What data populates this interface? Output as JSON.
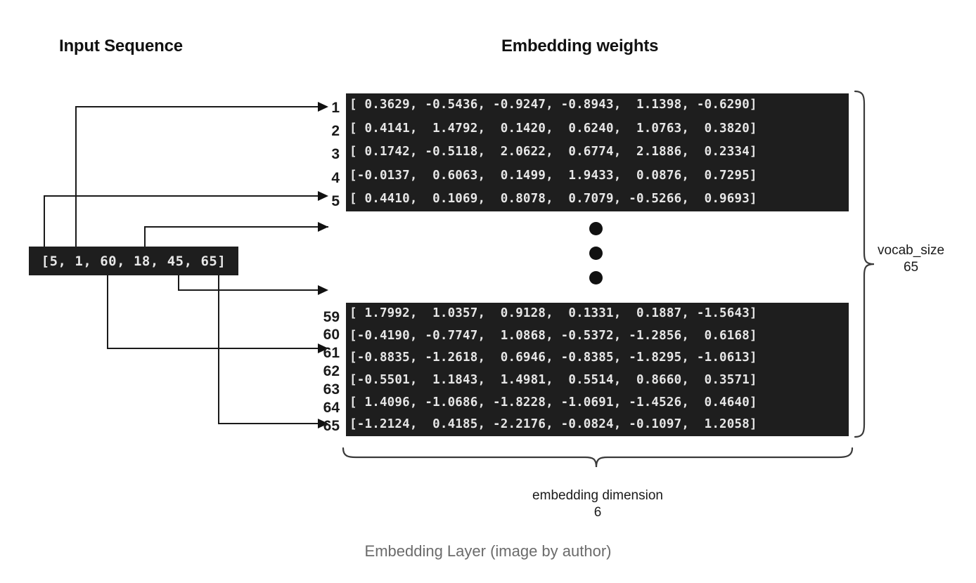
{
  "headings": {
    "input_sequence": "Input Sequence",
    "embedding_weights": "Embedding weights"
  },
  "input_sequence": {
    "tokens_text": "[5, 1, 60, 18, 45, 65]",
    "tokens": [
      5,
      1,
      60,
      18,
      45,
      65
    ]
  },
  "matrix_top": {
    "row_labels": [
      "1",
      "2",
      "3",
      "4",
      "5"
    ],
    "rows": [
      "[ 0.3629, -0.5436, -0.9247, -0.8943,  1.1398, -0.6290]",
      "[ 0.4141,  1.4792,  0.1420,  0.6240,  1.0763,  0.3820]",
      "[ 0.1742, -0.5118,  2.0622,  0.6774,  2.1886,  0.2334]",
      "[-0.0137,  0.6063,  0.1499,  1.9433,  0.0876,  0.7295]",
      "[ 0.4410,  0.1069,  0.8078,  0.7079, -0.5266,  0.9693]"
    ],
    "values": [
      [
        0.3629,
        -0.5436,
        -0.9247,
        -0.8943,
        1.1398,
        -0.629
      ],
      [
        0.4141,
        1.4792,
        0.142,
        0.624,
        1.0763,
        0.382
      ],
      [
        0.1742,
        -0.5118,
        2.0622,
        0.6774,
        2.1886,
        0.2334
      ],
      [
        -0.0137,
        0.6063,
        0.1499,
        1.9433,
        0.0876,
        0.7295
      ],
      [
        0.441,
        0.1069,
        0.8078,
        0.7079,
        -0.5266,
        0.9693
      ]
    ]
  },
  "matrix_bottom": {
    "row_labels": [
      "59",
      "60",
      "61",
      "62",
      "63",
      "64",
      "65"
    ],
    "rows": [
      "[ 1.7992,  1.0357,  0.9128,  0.1331,  0.1887, -1.5643]",
      "[-0.4190, -0.7747,  1.0868, -0.5372, -1.2856,  0.6168]",
      "[-0.8835, -1.2618,  0.6946, -0.8385, -1.8295, -1.0613]",
      "[-0.5501,  1.1843,  1.4981,  0.5514,  0.8660,  0.3571]",
      "[ 1.4096, -1.0686, -1.8228, -1.0691, -1.4526,  0.4640]",
      "[-1.2124,  0.4185, -2.2176, -0.0824, -0.1097,  1.2058]"
    ],
    "values": [
      [
        1.7992,
        1.0357,
        0.9128,
        0.1331,
        0.1887,
        -1.5643
      ],
      [
        -0.419,
        -0.7747,
        1.0868,
        -0.5372,
        -1.2856,
        0.6168
      ],
      [
        -0.8835,
        -1.2618,
        0.6946,
        -0.8385,
        -1.8295,
        -1.0613
      ],
      [
        -0.5501,
        1.1843,
        1.4981,
        0.5514,
        0.866,
        0.3571
      ],
      [
        1.4096,
        -1.0686,
        -1.8228,
        -1.0691,
        -1.4526,
        0.464
      ],
      [
        -1.2124,
        0.4185,
        -2.2176,
        -0.0824,
        -0.1097,
        1.2058
      ]
    ]
  },
  "annotations": {
    "vocab_size_name": "vocab_size",
    "vocab_size_value": "65",
    "embedding_dimension_name": "embedding dimension",
    "embedding_dimension_value": "6",
    "ellipsis": "⋮"
  },
  "caption": "Embedding Layer (image by author)",
  "colors": {
    "matrix_background": "#1e1e1e",
    "matrix_text": "#e6e6e6",
    "line": "#1a1a1a",
    "caption_text": "#6b6b6b",
    "page_background": "#ffffff"
  }
}
